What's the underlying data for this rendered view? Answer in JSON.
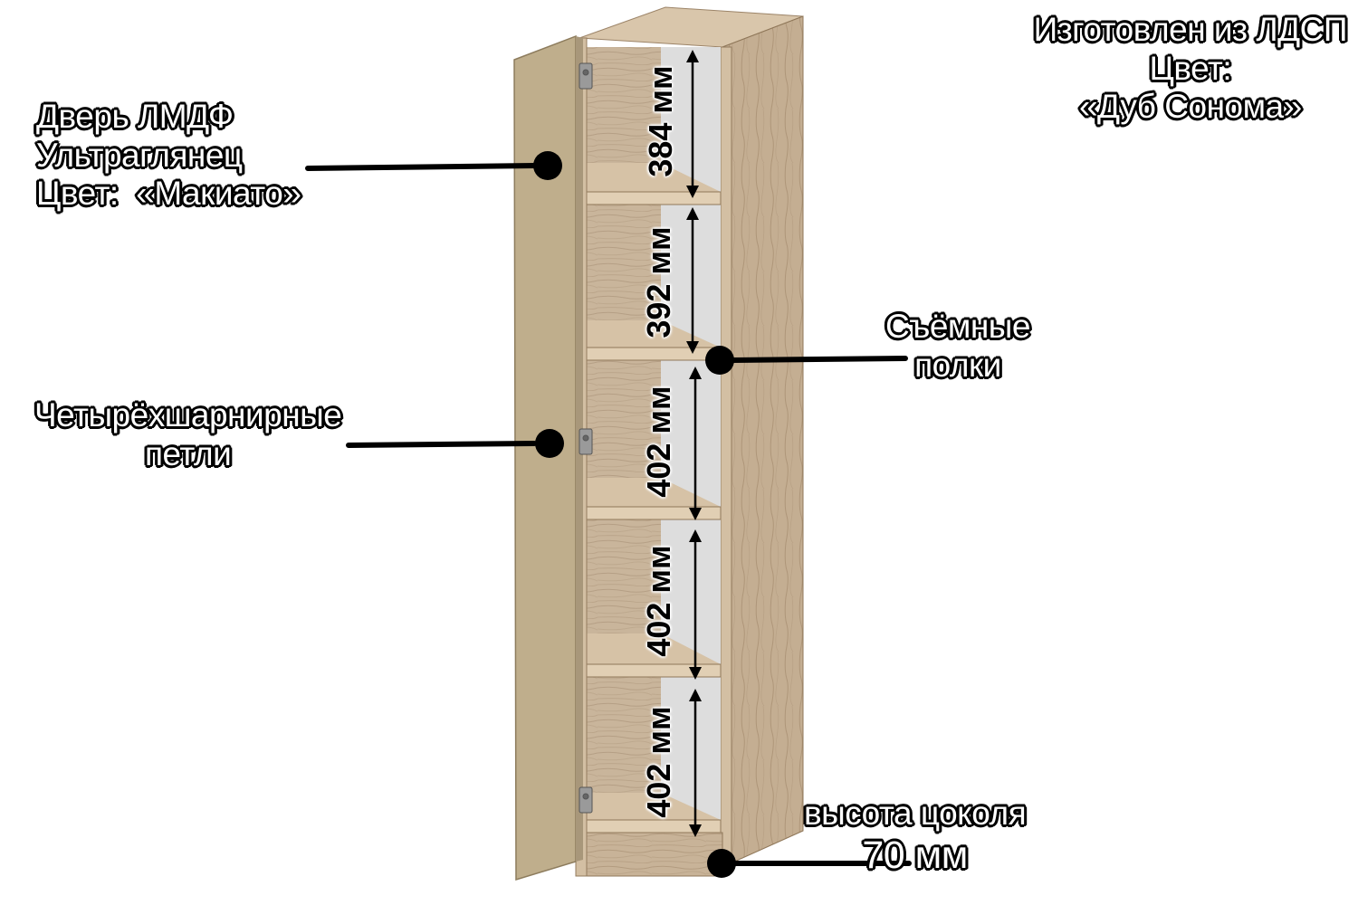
{
  "labels": {
    "material": [
      "Изготовлен из ЛДСП",
      "Цвет:",
      "«Дуб Сонома»"
    ],
    "door": [
      "Дверь ЛМДФ",
      "Ультраглянец",
      "Цвет:  «Макиато»"
    ],
    "shelves": [
      "Съёмные",
      "полки"
    ],
    "hinges": [
      "Четырёхшарнирные",
      "петли"
    ],
    "plinth": [
      "высота цоколя",
      "70 мм"
    ]
  },
  "dimensions": [
    "384 мм",
    "392 мм",
    "402 мм",
    "402 мм",
    "402 мм"
  ],
  "colors": {
    "oak_sonoma": "#c9b49a",
    "oak_dark": "#a48c70",
    "door_macchiato": "#bfae8c",
    "back_panel": "#d8d8d8",
    "pointer": "#000000"
  }
}
